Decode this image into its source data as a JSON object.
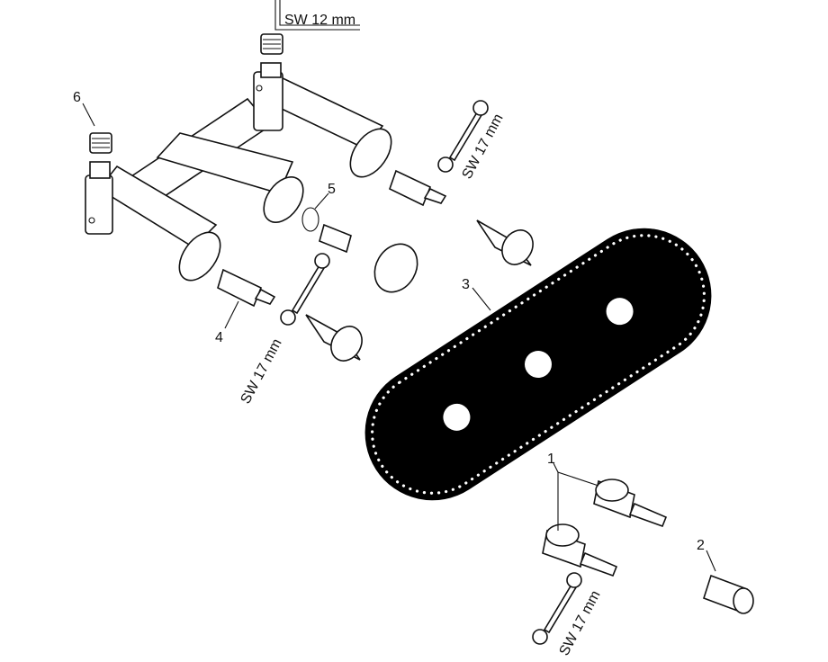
{
  "diagram": {
    "callouts": [
      {
        "id": "1",
        "text": "1"
      },
      {
        "id": "2",
        "text": "2"
      },
      {
        "id": "3",
        "text": "3"
      },
      {
        "id": "4",
        "text": "4"
      },
      {
        "id": "5",
        "text": "5"
      },
      {
        "id": "6",
        "text": "6"
      }
    ],
    "tool_labels": {
      "hex_key": "SW 12 mm",
      "wrench_top": "SW 17 mm",
      "wrench_left": "SW 17 mm",
      "wrench_bottom": "SW 17 mm"
    },
    "colors": {
      "line": "#111111",
      "plate": "#000000",
      "background": "#ffffff"
    }
  }
}
